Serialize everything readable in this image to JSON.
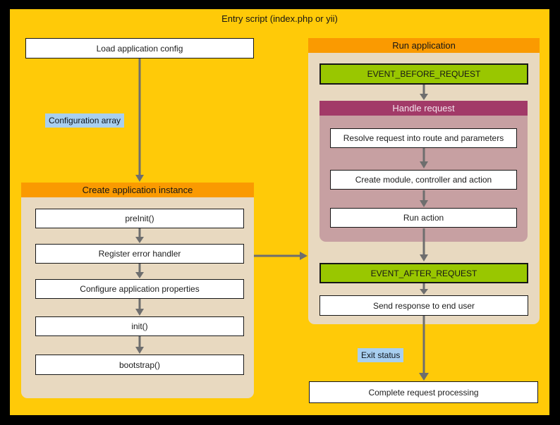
{
  "page": {
    "title": "Entry script (index.php or yii)"
  },
  "colors": {
    "background": "#000000",
    "canvas_yellow": "#FFCA08",
    "header_orange": "#FA9A01",
    "panel_beige": "#E8D9C0",
    "event_green": "#99C700",
    "handle_header_maroon": "#A23A68",
    "handle_body_mauve": "#C7A0A2",
    "note_blue": "#A8CFF0",
    "arrow_gray": "#6E6E6E",
    "node_white": "#FFFFFF"
  },
  "nodes": {
    "load_config": "Load application config",
    "complete": "Complete request processing"
  },
  "labels": {
    "configuration_array": "Configuration array",
    "exit_status": "Exit status"
  },
  "create_instance": {
    "title": "Create application instance",
    "steps": [
      "preInit()",
      "Register error handler",
      "Configure application properties",
      "init()",
      "bootstrap()"
    ]
  },
  "run_application": {
    "title": "Run application",
    "event_before": "EVENT_BEFORE_REQUEST",
    "event_after": "EVENT_AFTER_REQUEST",
    "send_response": "Send response to end user",
    "handle_request": {
      "title": "Handle request",
      "steps": [
        "Resolve request into route and parameters",
        "Create module, controller and action",
        "Run action"
      ]
    }
  }
}
